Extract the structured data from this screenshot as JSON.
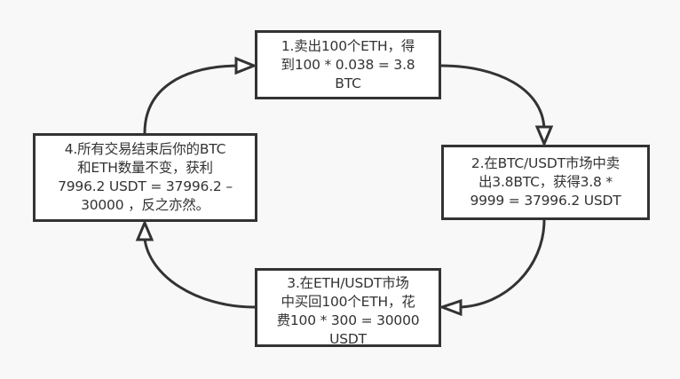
{
  "diagram": {
    "type": "cycle-flowchart",
    "colors": {
      "background": "#f8f8f8",
      "node_fill": "#ffffff",
      "stroke": "#333333",
      "text": "#333333"
    },
    "nodes": [
      {
        "id": "step-1",
        "lines": [
          "1.卖出100个ETH，得",
          "到100 * 0.038 = 3.8",
          "BTC"
        ]
      },
      {
        "id": "step-2",
        "lines": [
          "2.在BTC/USDT市场中卖",
          "出3.8BTC，获得3.8 *",
          "9999 = 37996.2 USDT"
        ]
      },
      {
        "id": "step-3",
        "lines": [
          "3.在ETH/USDT市场",
          "中买回100个ETH，花",
          "费100 * 300 = 30000",
          "USDT"
        ]
      },
      {
        "id": "step-4",
        "lines": [
          "4.所有交易结束后你的BTC",
          "和ETH数量不变，获利",
          "7996.2 USDT = 37996.2 –",
          "30000 ，反之亦然。"
        ]
      }
    ],
    "edges": [
      {
        "from": "step-1",
        "to": "step-2",
        "arrow": "hollow-triangle"
      },
      {
        "from": "step-2",
        "to": "step-3",
        "arrow": "hollow-triangle"
      },
      {
        "from": "step-3",
        "to": "step-4",
        "arrow": "hollow-triangle"
      },
      {
        "from": "step-4",
        "to": "step-1",
        "arrow": "hollow-triangle"
      }
    ]
  }
}
